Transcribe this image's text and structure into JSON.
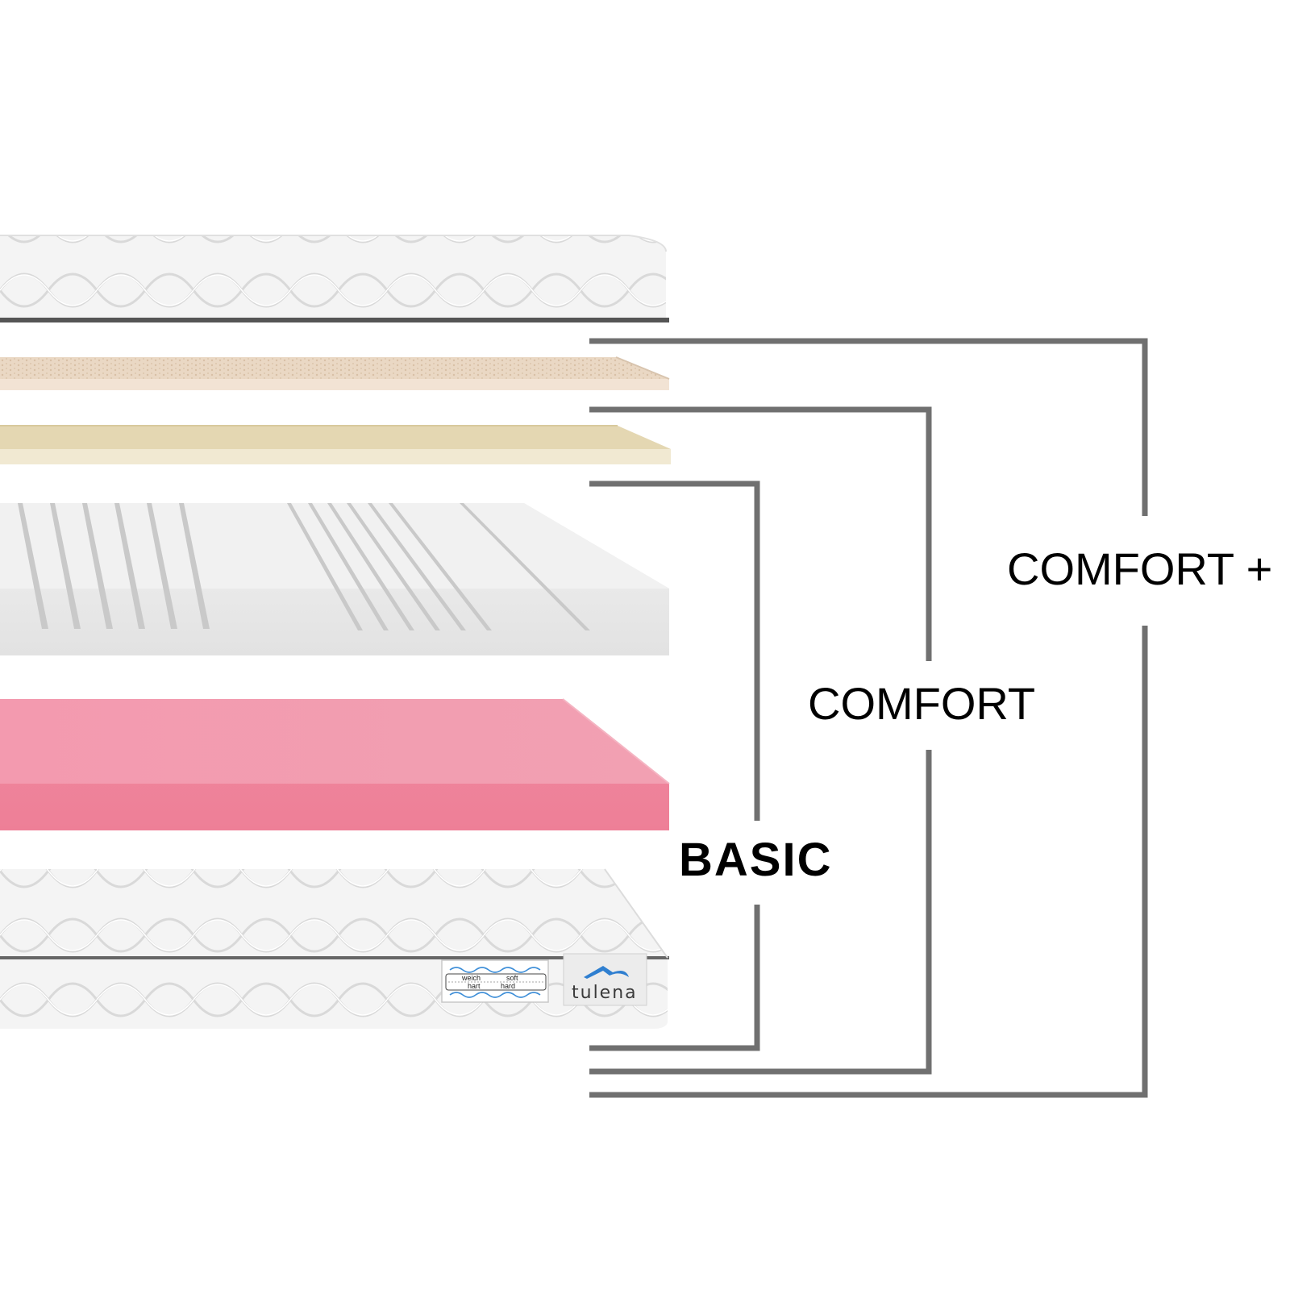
{
  "product": {
    "brand": "tulena"
  },
  "firmness_tag": {
    "de_soft": "weich",
    "de_hard": "hart",
    "en_soft": "soft",
    "en_hard": "hard"
  },
  "tiers": {
    "basic": "BASIC",
    "comfort": "COMFORT",
    "comfort_plus": "COMFORT +"
  },
  "colors": {
    "bracket": "#707070",
    "cover": "#f3f3f3",
    "latex_layer": "#ead8c4",
    "memory_foam_layer": "#e4d7b2",
    "zoned_foam_core": "#ececec",
    "pink_foam_base": "#f0889e"
  }
}
